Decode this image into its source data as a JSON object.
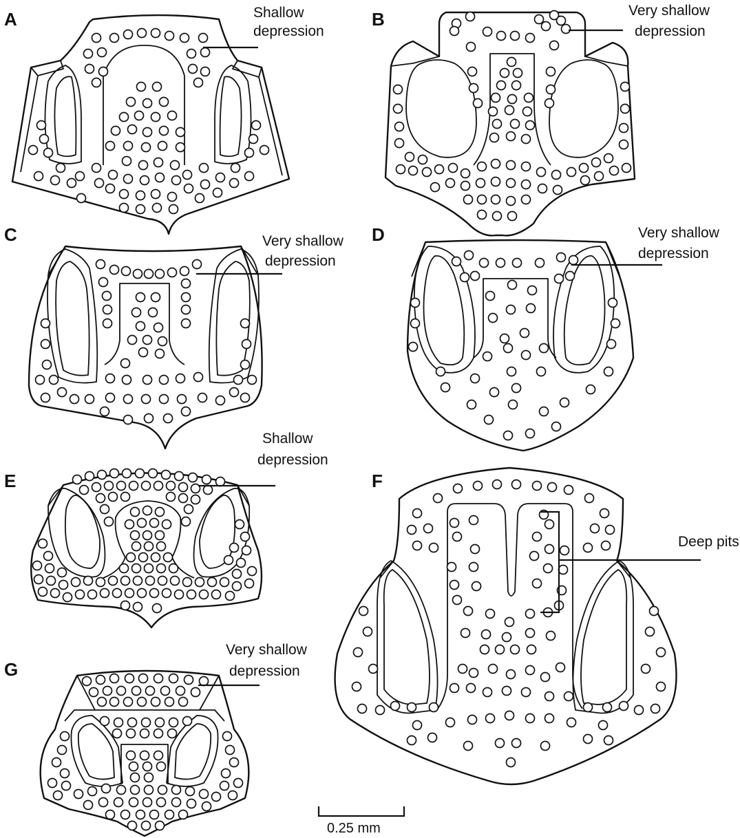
{
  "panels": [
    {
      "letter": "A",
      "annotation": [
        "Shallow",
        "depression"
      ]
    },
    {
      "letter": "B",
      "annotation": [
        "Very shallow",
        "depression"
      ]
    },
    {
      "letter": "C",
      "annotation": [
        "Very shallow",
        "depression"
      ]
    },
    {
      "letter": "D",
      "annotation": [
        "Very shallow",
        "depression"
      ]
    },
    {
      "letter": "E",
      "annotation": [
        "Shallow",
        "depression"
      ]
    },
    {
      "letter": "F",
      "annotation": [
        "Deep pits"
      ]
    },
    {
      "letter": "G",
      "annotation": [
        "Very shallow",
        "depression"
      ]
    }
  ],
  "scale_bar": {
    "label": "0.25 mm"
  }
}
